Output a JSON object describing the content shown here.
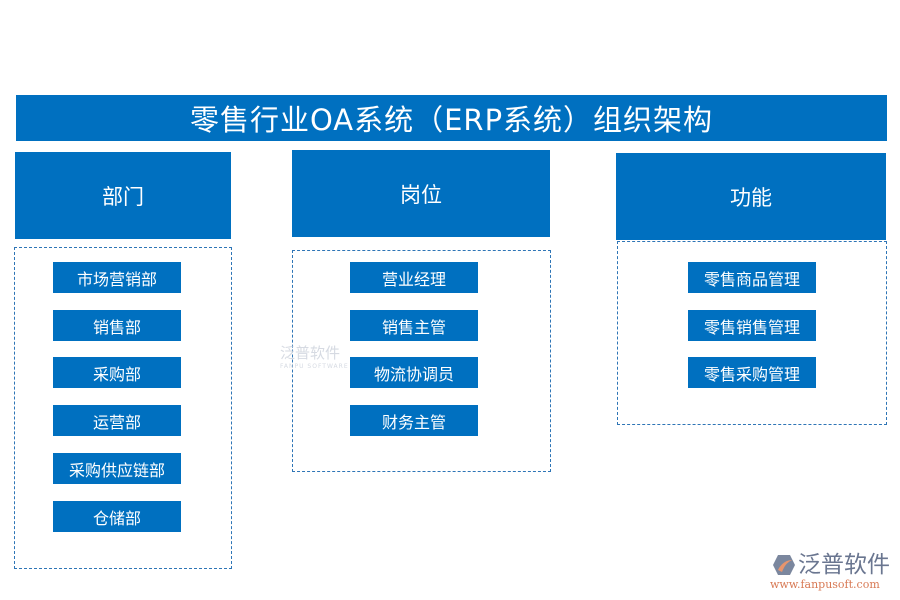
{
  "title": "零售行业OA系统（ERP系统）组织架构",
  "columns": [
    {
      "header": "部门",
      "items": [
        "市场营销部",
        "销售部",
        "采购部",
        "运营部",
        "采购供应链部",
        "仓储部"
      ]
    },
    {
      "header": "岗位",
      "items": [
        "营业经理",
        "销售主管",
        "物流协调员",
        "财务主管"
      ]
    },
    {
      "header": "功能",
      "items": [
        "零售商品管理",
        "零售销售管理",
        "零售采购管理"
      ]
    }
  ],
  "watermark": {
    "name": "泛普软件",
    "sub": "FANPU SOFTWARE"
  },
  "logo": {
    "name": "泛普软件",
    "url": "www.fanpusoft.com"
  },
  "colors": {
    "primary": "#0070c0"
  }
}
